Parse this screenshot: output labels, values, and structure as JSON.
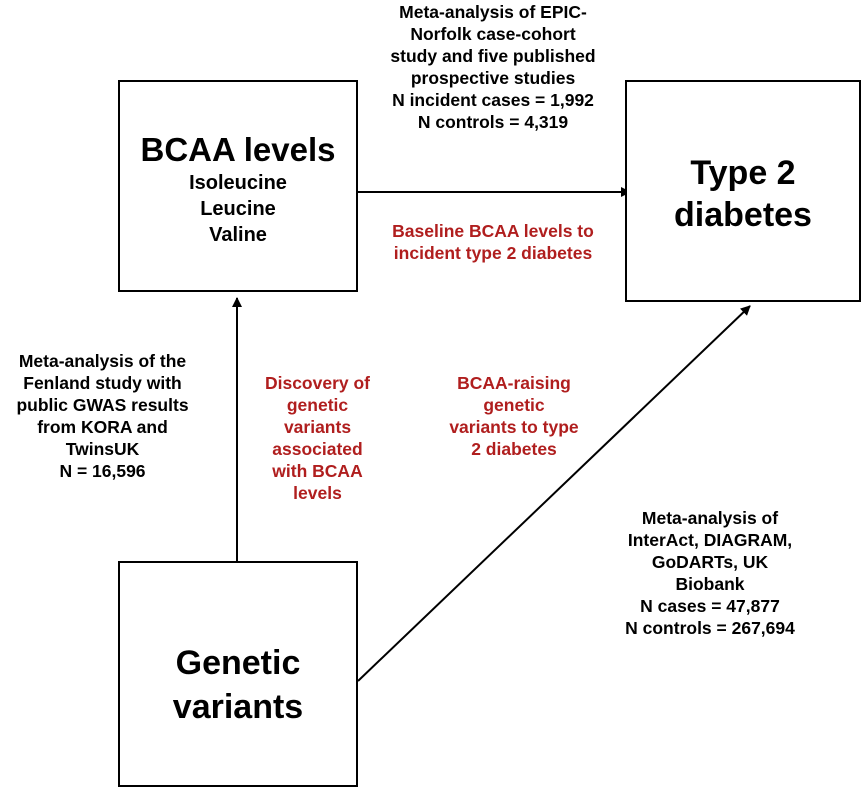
{
  "nodes": {
    "bcaa": {
      "title": "BCAA levels",
      "items": [
        "Isoleucine",
        "Leucine",
        "Valine"
      ]
    },
    "t2d": {
      "lines": [
        "Type 2",
        "diabetes"
      ]
    },
    "genetic": {
      "lines": [
        "Genetic",
        "variants"
      ]
    }
  },
  "annotations": {
    "top_meta": {
      "lines": [
        "Meta-analysis of EPIC-",
        "Norfolk case-cohort",
        "study and five published",
        "prospective studies",
        "N incident cases = 1,992",
        "N controls = 4,319"
      ]
    },
    "baseline": {
      "lines": [
        "Baseline BCAA levels to",
        "incident type 2 diabetes"
      ]
    },
    "left_meta": {
      "lines": [
        "Meta-analysis of the",
        "Fenland study with",
        "public GWAS results",
        "from KORA and",
        "TwinsUK",
        "N = 16,596"
      ]
    },
    "discovery": {
      "lines": [
        "Discovery of",
        "genetic",
        "variants",
        "associated",
        "with BCAA",
        "levels"
      ]
    },
    "raising": {
      "lines": [
        "BCAA-raising",
        "genetic",
        "variants to type",
        "2 diabetes"
      ]
    },
    "right_meta": {
      "lines": [
        "Meta-analysis of",
        "InterAct, DIAGRAM,",
        "GoDARTs, UK",
        "Biobank",
        "N cases = 47,877",
        "N controls = 267,694"
      ]
    }
  },
  "colors": {
    "highlight": "#b01e1e",
    "line": "#000000"
  }
}
